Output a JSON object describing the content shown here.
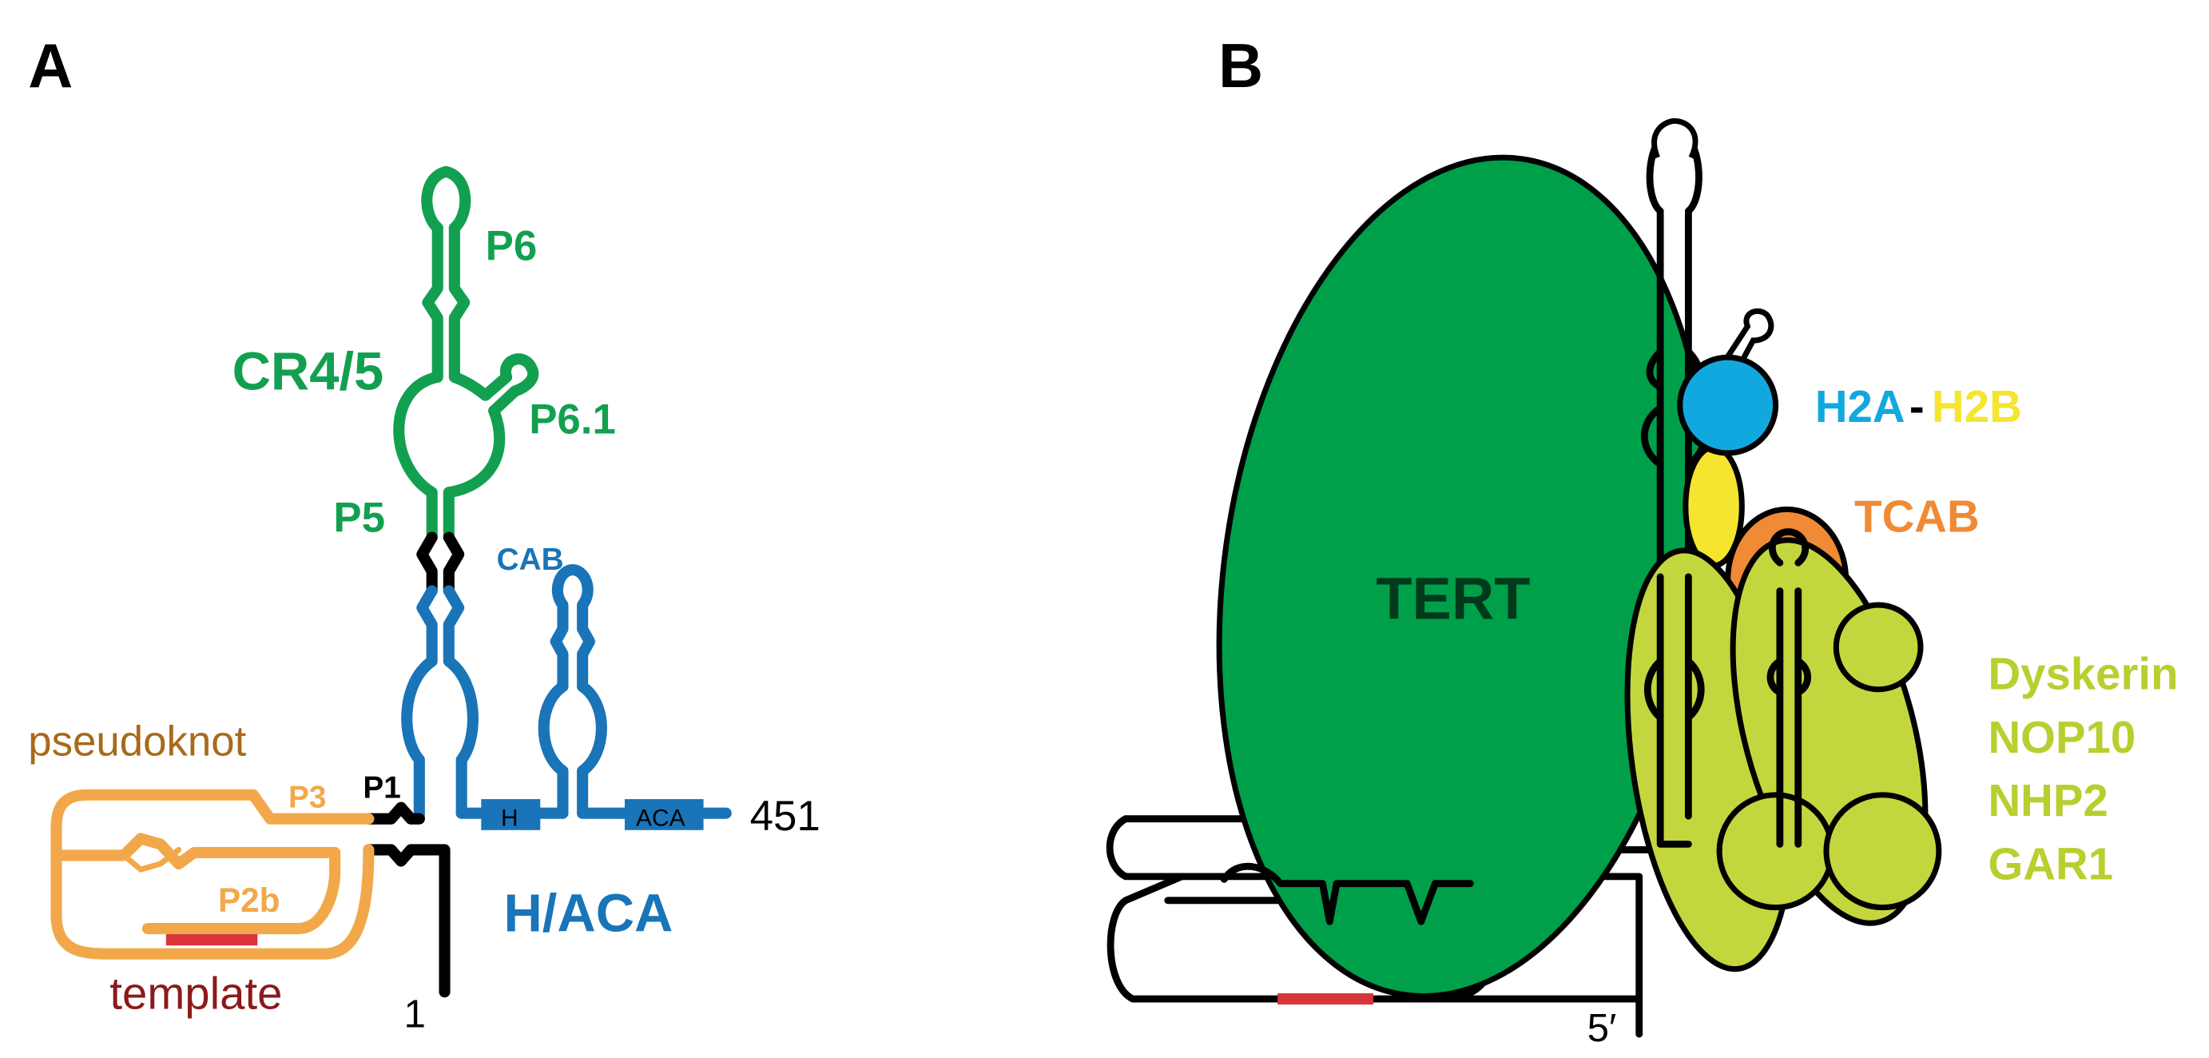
{
  "colors": {
    "cr45": "#12a050",
    "haca": "#1a74b8",
    "pseudoknot": "#f2a84a",
    "template_label": "#8b1a1a",
    "template_bar": "#d9343a",
    "black": "#000000",
    "tert": "#00a04a",
    "h2a": "#11a8df",
    "h2b": "#f5e52e",
    "tcab": "#f08a35",
    "haca_proteins": "#c3d63e",
    "dyskerin_labels": "#b9ce2f"
  },
  "panel_a": {
    "panel_label": "A",
    "labels": {
      "p6": "P6",
      "cr45": "CR4/5",
      "p6_1": "P6.1",
      "p5": "P5",
      "cab": "CAB",
      "pseudoknot": "pseudoknot",
      "p3": "P3",
      "p1": "P1",
      "h_box": "H",
      "aca_box": "ACA",
      "end_451": "451",
      "p2b": "P2b",
      "haca": "H/ACA",
      "template": "template",
      "end_1": "1"
    }
  },
  "panel_b": {
    "panel_label": "B",
    "labels": {
      "tert": "TERT",
      "h2a": "H2A",
      "dash": "-",
      "h2b": "H2B",
      "tcab": "TCAB",
      "dyskerin": "Dyskerin",
      "nop10": "NOP10",
      "nhp2": "NHP2",
      "gar1": "GAR1",
      "five_prime": "5′"
    }
  }
}
